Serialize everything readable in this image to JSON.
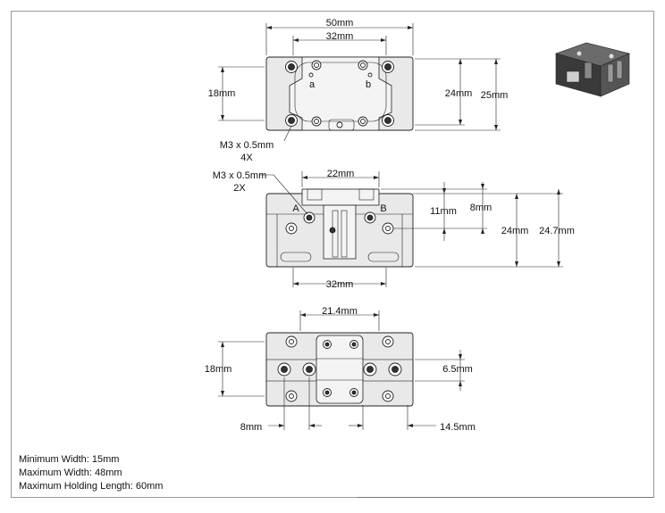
{
  "top_view": {
    "dim_50": "50mm",
    "dim_32": "32mm",
    "dim_18": "18mm",
    "dim_24": "24mm",
    "dim_25": "25mm",
    "label_a": "a",
    "label_b": "b",
    "thread_note": "M3 x 0.5mm",
    "thread_qty": "4X"
  },
  "front_view": {
    "thread_note": "M3 x 0.5mm",
    "thread_qty": "2X",
    "dim_22": "22mm",
    "dim_8": "8mm",
    "dim_11": "11mm",
    "dim_24": "24mm",
    "dim_24_7": "24.7mm",
    "dim_32": "32mm",
    "label_A": "A",
    "label_B": "B"
  },
  "bottom_view": {
    "dim_21_4": "21.4mm",
    "dim_18": "18mm",
    "dim_6_5": "6.5mm",
    "dim_8": "8mm",
    "dim_14_5": "14.5mm"
  },
  "specs": {
    "min_width": "Minimum Width: 15mm",
    "max_width": "Maximum Width: 48mm",
    "max_holding_length": "Maximum Holding Length: 60mm"
  }
}
